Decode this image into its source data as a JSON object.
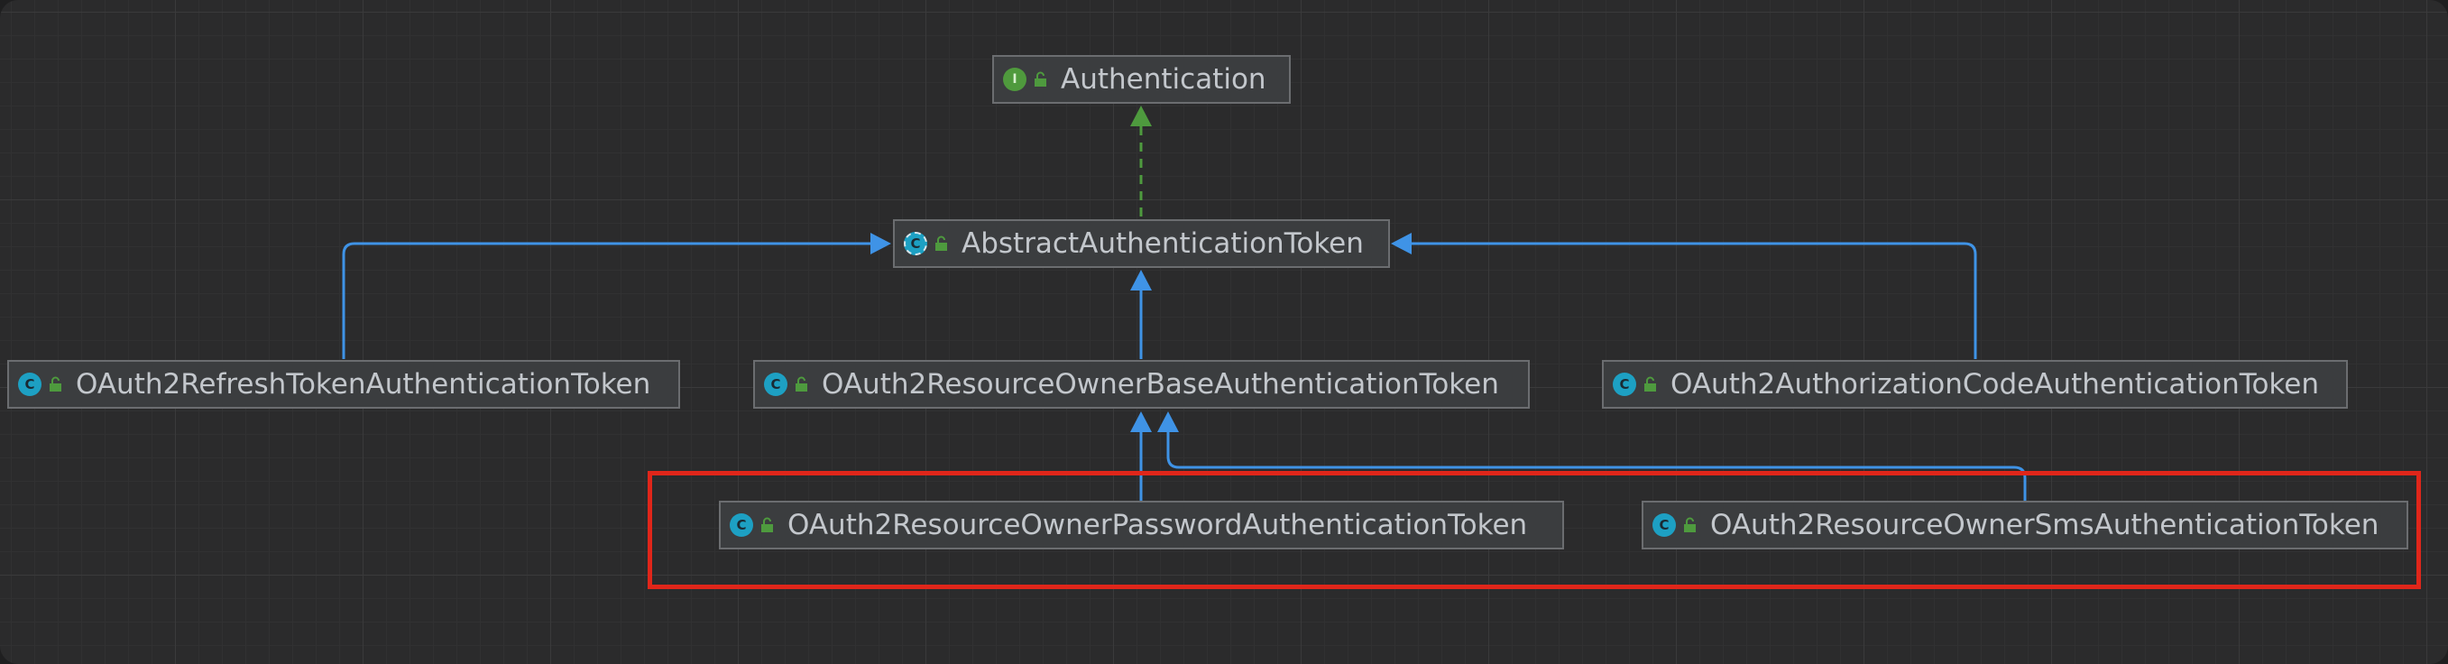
{
  "diagram": {
    "nodes": [
      {
        "id": "authentication",
        "label": "Authentication",
        "kind": "interface",
        "icon": "interface-icon"
      },
      {
        "id": "abstract-token",
        "label": "AbstractAuthenticationToken",
        "kind": "abstract-class",
        "icon": "abstract-class-icon"
      },
      {
        "id": "refresh-token",
        "label": "OAuth2RefreshTokenAuthenticationToken",
        "kind": "class",
        "icon": "class-icon"
      },
      {
        "id": "owner-base-token",
        "label": "OAuth2ResourceOwnerBaseAuthenticationToken",
        "kind": "class",
        "icon": "class-icon"
      },
      {
        "id": "auth-code-token",
        "label": "OAuth2AuthorizationCodeAuthenticationToken",
        "kind": "class",
        "icon": "class-icon"
      },
      {
        "id": "owner-password-token",
        "label": "OAuth2ResourceOwnerPasswordAuthenticationToken",
        "kind": "class",
        "icon": "class-icon"
      },
      {
        "id": "owner-sms-token",
        "label": "OAuth2ResourceOwnerSmsAuthenticationToken",
        "kind": "class",
        "icon": "class-icon"
      }
    ],
    "edges": [
      {
        "from": "abstract-token",
        "to": "authentication",
        "type": "implements"
      },
      {
        "from": "refresh-token",
        "to": "abstract-token",
        "type": "extends"
      },
      {
        "from": "owner-base-token",
        "to": "abstract-token",
        "type": "extends"
      },
      {
        "from": "auth-code-token",
        "to": "abstract-token",
        "type": "extends"
      },
      {
        "from": "owner-password-token",
        "to": "owner-base-token",
        "type": "extends"
      },
      {
        "from": "owner-sms-token",
        "to": "owner-base-token",
        "type": "extends"
      }
    ],
    "icon_letters": {
      "class": "C",
      "interface": "I"
    },
    "colors": {
      "extends_edge": "#3f93e6",
      "implements_edge": "#4e9a3e",
      "class_icon": "#1da0c3",
      "interface_icon": "#4f9a3d",
      "highlight_box": "#e0261a",
      "node_fill": "#3b3d3f",
      "node_border": "#6b6d70",
      "background": "#2b2b2c"
    }
  }
}
